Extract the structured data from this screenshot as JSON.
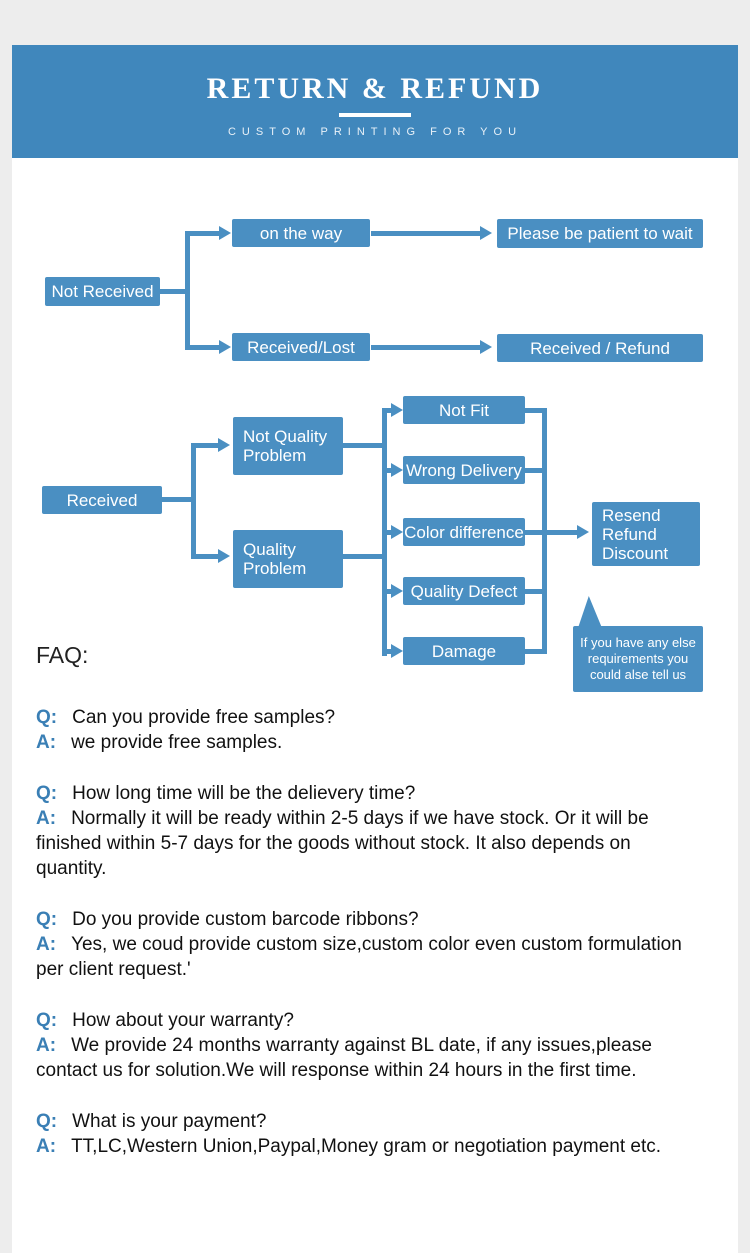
{
  "header": {
    "title": "RETURN & REFUND",
    "subtitle": "CUSTOM PRINTING FOR YOU"
  },
  "flow1": {
    "root": "Not Received",
    "branch_top": "on the way",
    "result_top": "Please be patient to wait",
    "branch_bottom": "Received/Lost",
    "result_bottom": "Received / Refund"
  },
  "flow2": {
    "root": "Received",
    "not_quality": "Not Quality Problem",
    "quality": "Quality Problem",
    "reasons": [
      "Not Fit",
      "Wrong Delivery",
      "Color difference",
      "Quality Defect",
      "Damage"
    ],
    "result": "Resend Refund Discount",
    "bubble": "If you have any else requirements you could alse tell us"
  },
  "faq": {
    "label": "FAQ:",
    "q_label": "Q:",
    "a_label": "A:",
    "items": [
      {
        "q": "Can you provide free samples?",
        "a": "we provide free samples."
      },
      {
        "q": "How long time will be the delievery time?",
        "a": "Normally it will be ready within 2-5 days if we have stock. Or it will  be finished within 5-7 days for the goods without stock. It also depends on quantity."
      },
      {
        "q": "Do you provide custom barcode ribbons?",
        "a": "Yes, we coud provide custom size,custom color even custom formulation per client request.'"
      },
      {
        "q": "How about your warranty?",
        "a": "We provide 24 months warranty against BL  date, if any issues,please contact us for solution.We will response within 24 hours in the first time."
      },
      {
        "q": "What is your payment?",
        "a": "TT,LC,Western Union,Paypal,Money gram or negotiation payment etc."
      }
    ]
  },
  "colors": {
    "accent": "#4a8fc2",
    "header_blue": "#4087bc",
    "qa_blue": "#3a7fb5"
  }
}
